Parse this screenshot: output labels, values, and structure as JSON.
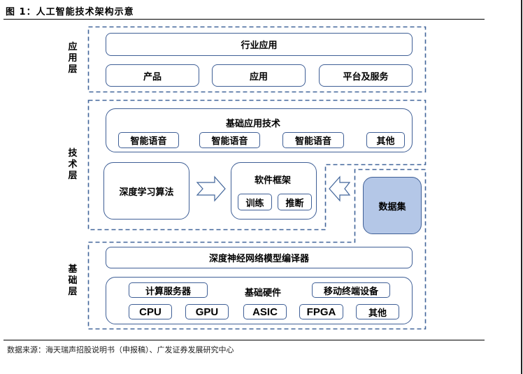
{
  "figure": {
    "title": "图 1：人工智能技术架构示意",
    "source": "数据来源：海天瑞声招股说明书（申报稿）、广发证券发展研究中心"
  },
  "layers": {
    "application": {
      "label": "应用层",
      "industry_app": "行业应用",
      "items": [
        "产品",
        "应用",
        "平台及服务"
      ]
    },
    "technology": {
      "label": "技术层",
      "basic_tech": {
        "title": "基础应用技术",
        "items": [
          "智能语音",
          "智能语音",
          "智能语音",
          "其他"
        ]
      },
      "deep_learning": "深度学习算法",
      "framework": {
        "title": "软件框架",
        "items": [
          "训练",
          "推断"
        ]
      },
      "arrows": [
        "arrow-right",
        "arrow-left"
      ]
    },
    "base": {
      "label": "基础层",
      "dataset": "数据集",
      "compiler": "深度神经网络模型编译器",
      "hardware": {
        "title": "基础硬件",
        "server": "计算服务器",
        "mobile": "移动终端设备",
        "chips": [
          "CPU",
          "GPU",
          "ASIC",
          "FPGA",
          "其他"
        ]
      }
    }
  },
  "colors": {
    "border": "#3f5f96",
    "dataset_fill": "#b4c7e7",
    "dashed": "#41659a"
  }
}
